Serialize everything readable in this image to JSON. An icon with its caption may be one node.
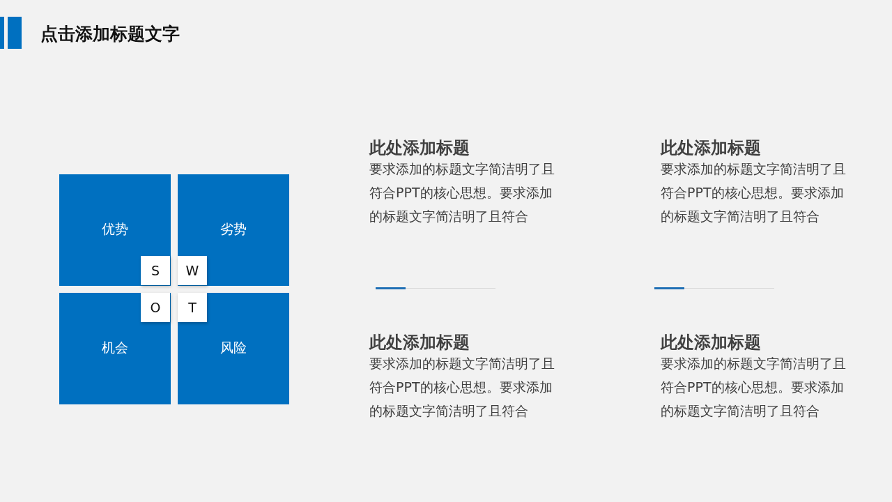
{
  "diagram": {
    "title": "点击添加标题文字",
    "nodes": [
      {
        "text": [
          "优势"
        ]
      },
      {
        "text": [
          "劣势"
        ]
      },
      {
        "text": [
          "机会"
        ]
      },
      {
        "text": [
          "风险"
        ]
      },
      {
        "text": [
          "S"
        ],
        "in": 0
      },
      {
        "text": [
          "W"
        ],
        "in": 1
      },
      {
        "text": [
          "O"
        ],
        "in": 2
      },
      {
        "text": [
          "T"
        ],
        "in": 3
      }
    ],
    "labels": [
      "此处添加标题",
      "要求添加的标题文字简洁明了且符合PPT的核心思想。要求添加的标题文字简洁明了且符合",
      "此处添加标题",
      "要求添加的标题文字简洁明了且符合PPT的核心思想。要求添加的标题文字简洁明了且符合",
      "此处添加标题",
      "要求添加的标题文字简洁明了且符合PPT的核心思想。要求添加的标题文字简洁明了且符合",
      "此处添加标题",
      "要求添加的标题文字简洁明了且符合PPT的核心思想。要求添加的标题文字简洁明了且符合"
    ]
  }
}
